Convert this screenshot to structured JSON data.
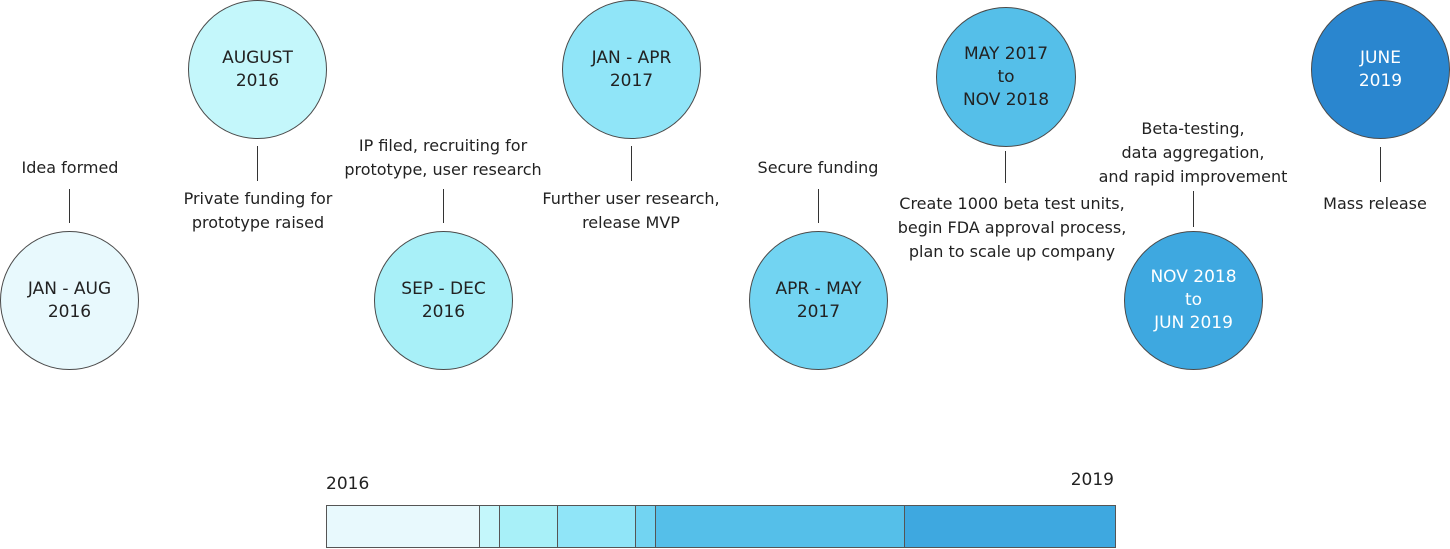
{
  "milestones": [
    {
      "period_lines": [
        "JAN - AUG",
        "2016"
      ],
      "description_lines": [
        "Idea formed"
      ],
      "color": "#e8f9fd",
      "text_color": "#222222"
    },
    {
      "period_lines": [
        "AUGUST",
        "2016"
      ],
      "description_lines": [
        "Private funding for",
        "prototype raised"
      ],
      "color": "#c4f7fb",
      "text_color": "#222222"
    },
    {
      "period_lines": [
        "SEP - DEC",
        "2016"
      ],
      "description_lines": [
        "IP filed, recruiting for",
        "prototype, user research"
      ],
      "color": "#a8f0f8",
      "text_color": "#222222"
    },
    {
      "period_lines": [
        "JAN - APR",
        "2017"
      ],
      "description_lines": [
        "Further user research,",
        "release MVP"
      ],
      "color": "#90e5f8",
      "text_color": "#222222"
    },
    {
      "period_lines": [
        "APR - MAY",
        "2017"
      ],
      "description_lines": [
        "Secure funding"
      ],
      "color": "#72d4f2",
      "text_color": "#222222"
    },
    {
      "period_lines": [
        "MAY 2017",
        "to",
        "NOV 2018"
      ],
      "description_lines": [
        "Create 1000 beta test units,",
        "begin FDA approval process,",
        "plan to scale up company"
      ],
      "color": "#55bfe9",
      "text_color": "#222222"
    },
    {
      "period_lines": [
        "NOV 2018",
        "to",
        "JUN 2019"
      ],
      "description_lines": [
        "Beta-testing,",
        "data aggregation,",
        "and rapid improvement"
      ],
      "color": "#3ea8e0",
      "text_color": "#ffffff"
    },
    {
      "period_lines": [
        "JUNE",
        "2019"
      ],
      "description_lines": [
        "Mass release"
      ],
      "color": "#2a86cf",
      "text_color": "#ffffff"
    }
  ],
  "timeline_bar": {
    "start_label": "2016",
    "end_label": "2019",
    "segments": [
      {
        "color": "#e8f9fd",
        "share": 0.195
      },
      {
        "color": "#c4f7fb",
        "share": 0.024
      },
      {
        "color": "#a8f0f8",
        "share": 0.073
      },
      {
        "color": "#90e5f8",
        "share": 0.098
      },
      {
        "color": "#72d4f2",
        "share": 0.024
      },
      {
        "color": "#55bfe9",
        "share": 0.317
      },
      {
        "color": "#3ea8e0",
        "share": 0.269
      }
    ]
  }
}
